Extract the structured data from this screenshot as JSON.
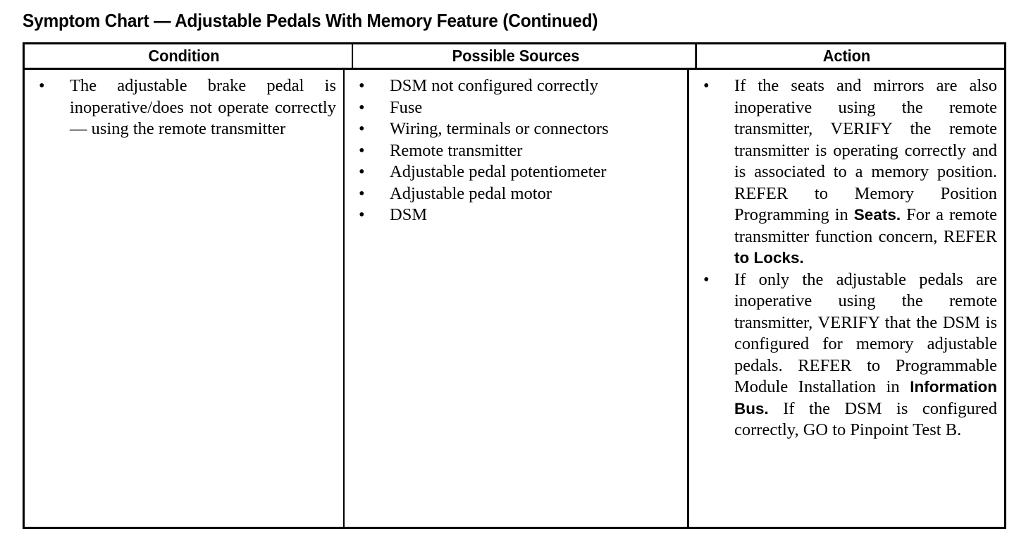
{
  "title": "Symptom Chart — Adjustable Pedals With Memory Feature (Continued)",
  "table": {
    "headers": {
      "condition": "Condition",
      "possible_sources": "Possible Sources",
      "action": "Action"
    },
    "bullet_glyph": "•",
    "rows": [
      {
        "condition": [
          "The adjustable brake pedal is inoperative/does not operate correctly — using the remote transmitter"
        ],
        "possible_sources": [
          "DSM not configured correctly",
          "Fuse",
          "Wiring, terminals or connectors",
          "Remote transmitter",
          "Adjustable pedal potentiometer",
          "Adjustable pedal motor",
          "DSM"
        ],
        "action": [
          {
            "segments": [
              {
                "text": "If the seats and mirrors are also inoperative using the remote transmitter, VERIFY the remote transmitter is operating correctly and is associated to a memory position. REFER to Memory Position Programming in ",
                "style": "serif"
              },
              {
                "text": "Seats.",
                "style": "xref"
              },
              {
                "text": " For a remote transmitter function concern, REFER ",
                "style": "serif"
              },
              {
                "text": "to Locks.",
                "style": "xref"
              }
            ]
          },
          {
            "segments": [
              {
                "text": "If only the adjustable pedals are inoperative using the remote transmitter, VERIFY that the DSM is configured for memory adjustable pedals. REFER to Programmable Module Installation in ",
                "style": "serif"
              },
              {
                "text": "Information Bus.",
                "style": "xref"
              },
              {
                "text": " If the DSM is configured correctly, GO to Pinpoint Test B.",
                "style": "serif"
              }
            ]
          }
        ]
      }
    ]
  }
}
